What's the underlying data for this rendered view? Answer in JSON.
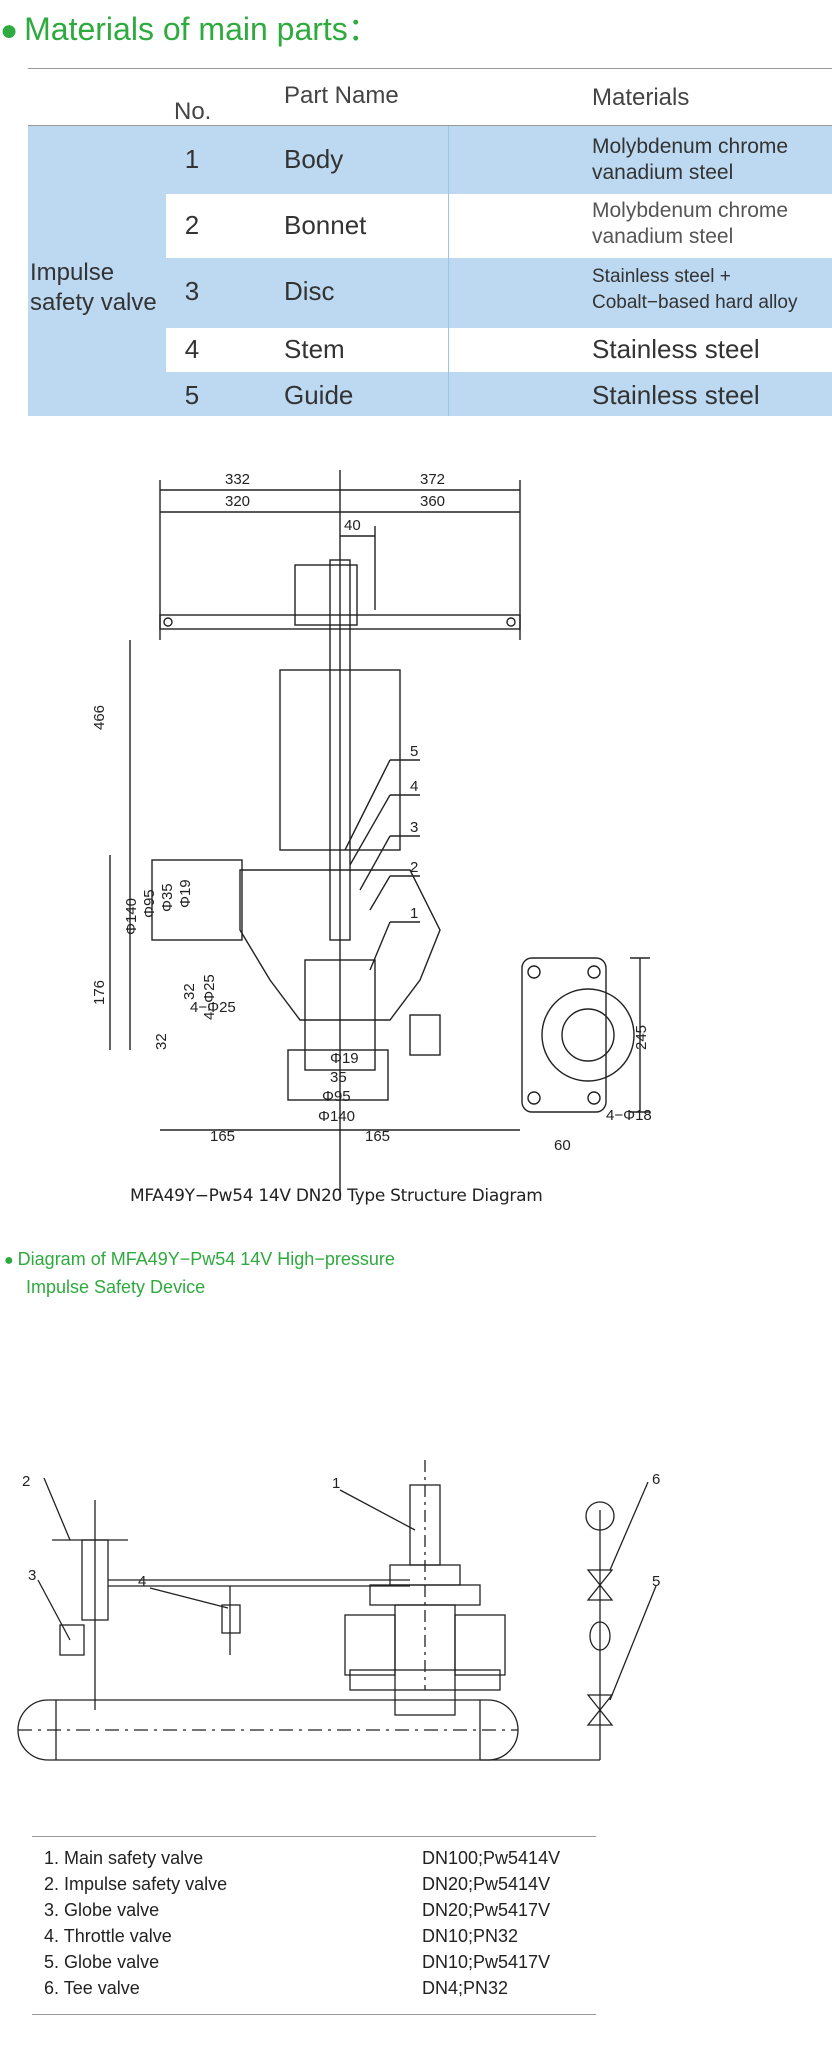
{
  "section_title": "Materials of main parts：",
  "materials_table": {
    "headers": {
      "no": "No.",
      "part_name": "Part Name",
      "materials": "Materials"
    },
    "group_label": "Impulse safety valve",
    "rows": [
      {
        "no": "1",
        "part": "Body",
        "material": "Molybdenum chrome vanadium steel",
        "material_lines": [
          "Molybdenum chrome",
          "vanadium steel"
        ]
      },
      {
        "no": "2",
        "part": "Bonnet",
        "material": "Molybdenum chrome vanadium steel",
        "material_lines": [
          "Molybdenum chrome",
          "vanadium steel"
        ]
      },
      {
        "no": "3",
        "part": "Disc",
        "material": "Stainless steel + Cobalt-based hard alloy",
        "material_lines": [
          "Stainless steel +",
          "Cobalt−based hard alloy"
        ]
      },
      {
        "no": "4",
        "part": "Stem",
        "material": "Stainless steel",
        "material_lines": [
          "Stainless steel"
        ]
      },
      {
        "no": "5",
        "part": "Guide",
        "material": "Stainless steel",
        "material_lines": [
          "Stainless steel"
        ]
      }
    ]
  },
  "structure_diagram": {
    "caption": "MFA49Y−Pw54 14V DN20  Type Structure Diagram",
    "dimensions": [
      "332",
      "320",
      "372",
      "360",
      "40",
      "466",
      "176",
      "Φ140",
      "Φ95",
      "Φ35",
      "Φ19",
      "4−Φ25",
      "32",
      "4−Φ25",
      "32",
      "Φ19",
      "35",
      "Φ95",
      "Φ140",
      "165",
      "165",
      "245",
      "60",
      "4−Φ18"
    ],
    "callouts": [
      "5",
      "4",
      "3",
      "2",
      "1"
    ]
  },
  "device_diagram": {
    "title_lines": [
      "Diagram of MFA49Y−Pw54 14V High−pressure",
      "Impulse Safety Device"
    ],
    "callouts": [
      "2",
      "1",
      "6",
      "3",
      "4",
      "5"
    ]
  },
  "legend": [
    {
      "no": "1.",
      "name": "Main safety valve",
      "spec": "DN100;Pw5414V"
    },
    {
      "no": "2.",
      "name": "Impulse safety valve",
      "spec": "DN20;Pw5414V"
    },
    {
      "no": "3.",
      "name": "Globe valve",
      "spec": "DN20;Pw5417V"
    },
    {
      "no": "4.",
      "name": "Throttle valve",
      "spec": "DN10;PN32"
    },
    {
      "no": "5.",
      "name": "Globe valve",
      "spec": "DN10;Pw5417V"
    },
    {
      "no": "6.",
      "name": "Tee valve",
      "spec": "DN4;PN32"
    }
  ],
  "colors": {
    "accent_green": "#2eaa3e",
    "table_band": "#bcd9f1"
  }
}
